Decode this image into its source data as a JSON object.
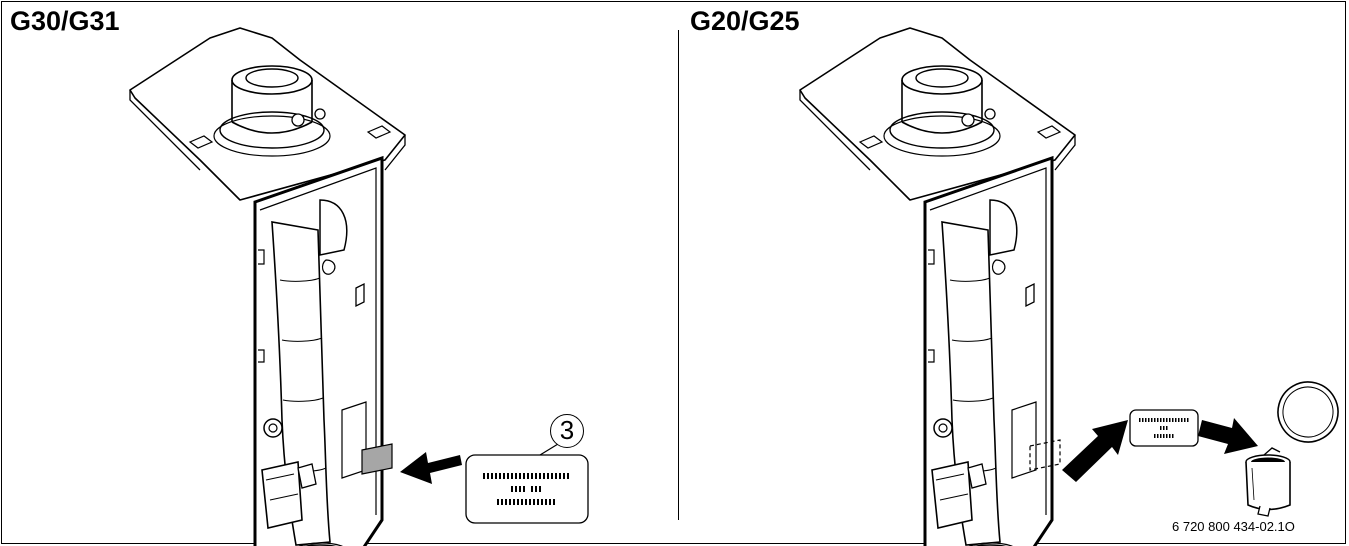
{
  "panels": [
    {
      "title": "G30/G31",
      "action": "attach-label"
    },
    {
      "title": "G20/G25",
      "action": "remove-and-discard-label"
    }
  ],
  "callout": {
    "number": "3"
  },
  "document_reference": "6 720 800 434-02.1O",
  "icons": [
    "boiler-casing-icon",
    "flue-pipe-icon",
    "gas-label-icon",
    "arrow-icon",
    "waste-bin-icon"
  ],
  "colors": {
    "line": "#000000",
    "label_fill": "#a6a6a6",
    "background": "#ffffff"
  }
}
